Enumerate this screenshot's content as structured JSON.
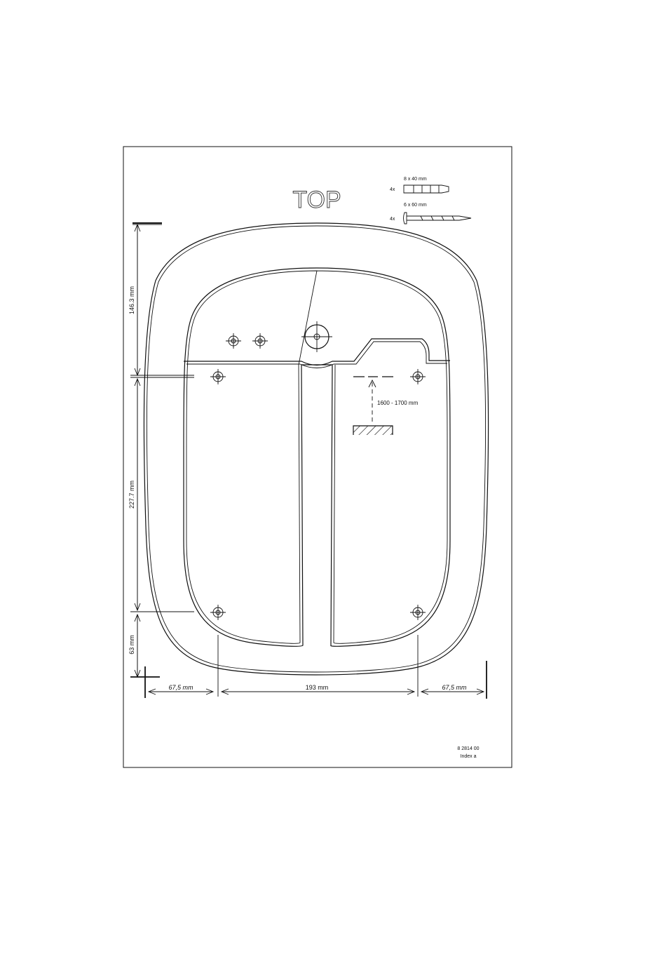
{
  "title": "TOP",
  "hardware": {
    "dowel": {
      "qty": "4x",
      "size": "8 x 40 mm"
    },
    "screw": {
      "qty": "4x",
      "size": "6 x 60 mm"
    }
  },
  "dimensions": {
    "top_offset": "146.3 mm",
    "hole_vertical": "227.7 mm",
    "bottom_offset": "63 mm",
    "left_margin": "67,5 mm",
    "hole_horizontal": "193 mm",
    "right_margin": "67,5 mm",
    "mount_height": "1600 - 1700 mm"
  },
  "doc": {
    "number": "8 2814 00",
    "index": "Index a"
  }
}
